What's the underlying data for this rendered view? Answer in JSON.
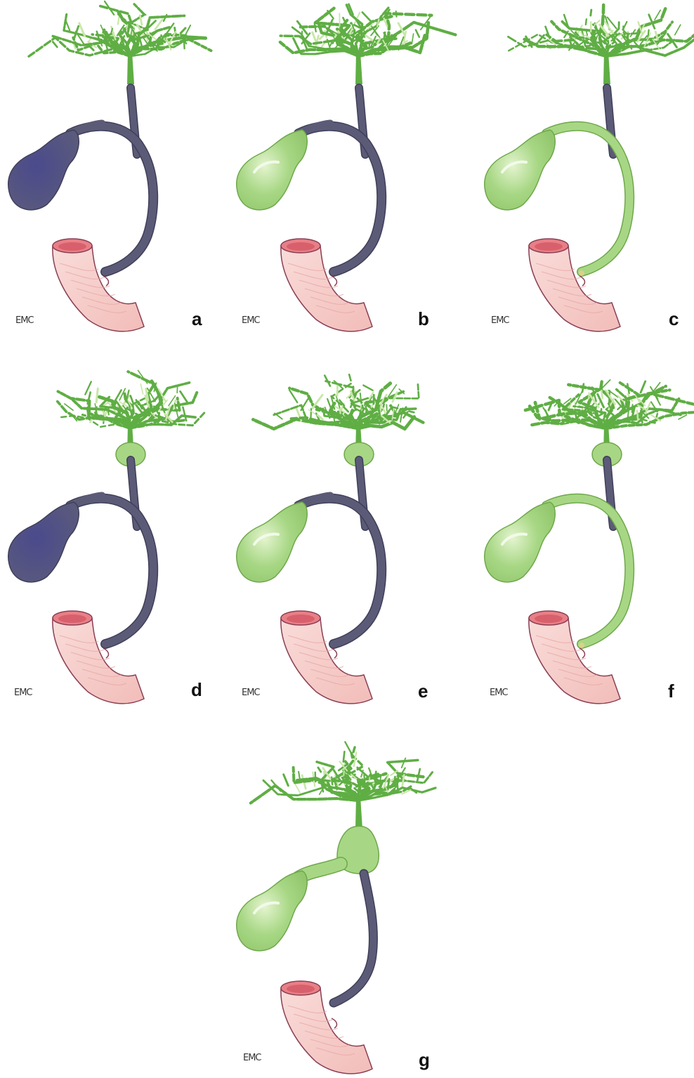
{
  "colors": {
    "bile_green": "#a7d784",
    "bile_green_light": "#c8e7a8",
    "bile_outline": "#6fa84b",
    "duct_gray": "#5b5b77",
    "gallbladder_dark": "#5a5a7c",
    "duodenum_fill": "#f7d3d0",
    "duodenum_outline": "#8a3f55",
    "duodenum_lumen": "#e87f87",
    "liver_ducts": "#5fae44"
  },
  "watermark_text": "EMC",
  "panels": [
    {
      "id": "a",
      "label": "a",
      "gallbladder": "dark",
      "duct": "gray",
      "hilum_bulge": "none"
    },
    {
      "id": "b",
      "label": "b",
      "gallbladder": "green",
      "duct": "gray",
      "hilum_bulge": "none"
    },
    {
      "id": "c",
      "label": "c",
      "gallbladder": "green",
      "duct": "green",
      "hilum_bulge": "none"
    },
    {
      "id": "d",
      "label": "d",
      "gallbladder": "dark",
      "duct": "gray",
      "hilum_bulge": "small"
    },
    {
      "id": "e",
      "label": "e",
      "gallbladder": "green",
      "duct": "gray",
      "hilum_bulge": "small"
    },
    {
      "id": "f",
      "label": "f",
      "gallbladder": "green",
      "duct": "green",
      "hilum_bulge": "small"
    },
    {
      "id": "g",
      "label": "g",
      "gallbladder": "green",
      "duct": "gray",
      "hilum_bulge": "large"
    }
  ]
}
